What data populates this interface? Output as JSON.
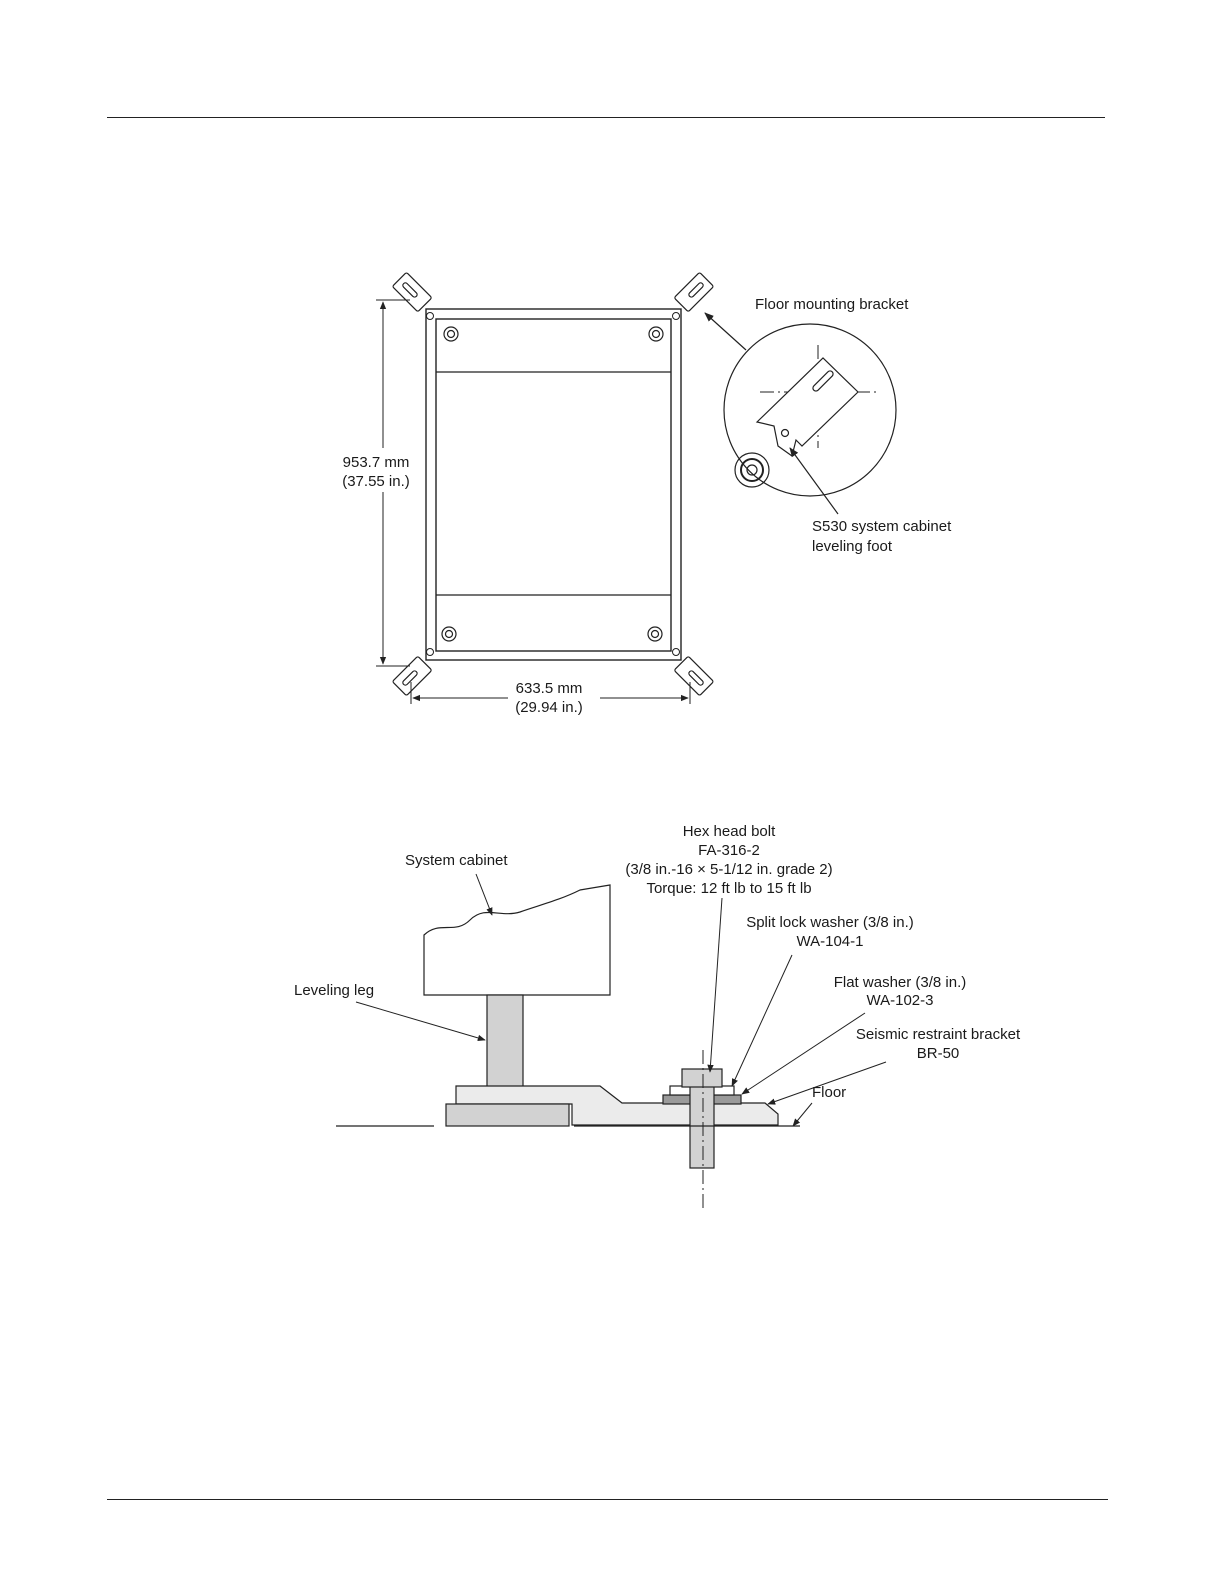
{
  "figure1": {
    "height_mm": "953.7 mm",
    "height_in": "(37.55 in.)",
    "width_mm": "633.5 mm",
    "width_in": "(29.94 in.)",
    "bracket_label": "Floor mounting bracket",
    "foot_label_line1": "S530 system cabinet",
    "foot_label_line2": "leveling foot"
  },
  "figure2": {
    "bolt_line1": "Hex head bolt",
    "bolt_line2": "FA-316-2",
    "bolt_line3": "(3/8 in.-16 × 5-1/12 in. grade 2)",
    "bolt_line4": "Torque: 12 ft lb to 15 ft lb",
    "cabinet_label": "System cabinet",
    "split_line1": "Split lock washer (3/8 in.)",
    "split_line2": "WA-104-1",
    "flat_line1": "Flat washer (3/8 in.)",
    "flat_line2": "WA-102-3",
    "leg_label": "Leveling leg",
    "seismic_line1": "Seismic restraint bracket",
    "seismic_line2": "BR-50",
    "floor_label": "Floor"
  }
}
